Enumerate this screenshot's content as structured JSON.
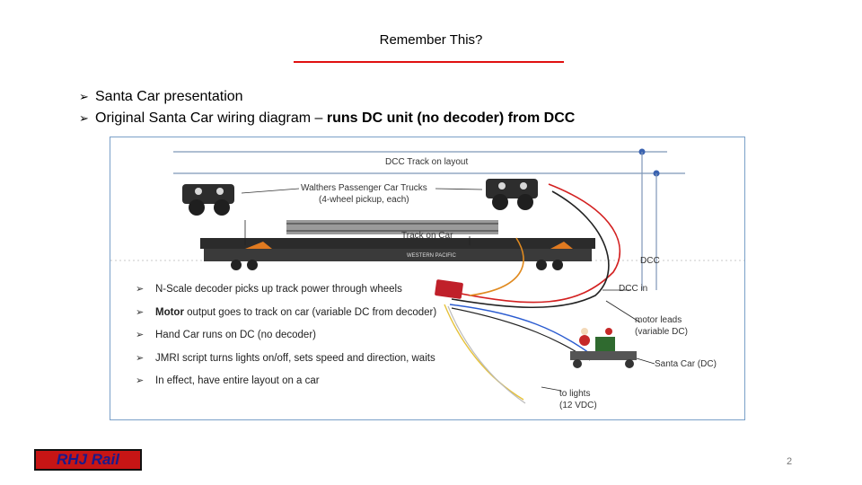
{
  "slide": {
    "title": "Remember This?",
    "bullets": [
      {
        "pre": "Santa Car presentation",
        "bold": "",
        "post": ""
      },
      {
        "pre": "Original Santa Car wiring diagram – ",
        "bold": "runs DC unit (no decoder) from DCC",
        "post": ""
      }
    ],
    "logo": "RHJ Rail",
    "page_number": "2"
  },
  "diagram": {
    "labels": {
      "dcc_track": "DCC Track on layout",
      "trucks_line1": "Walthers Passenger Car Trucks",
      "trucks_line2": "(4-wheel pickup, each)",
      "track_on_car": "Track on Car",
      "dcc": "DCC",
      "dcc_in": "DCC in",
      "motor_leads_line1": "motor leads",
      "motor_leads_line2": "(variable DC)",
      "santa_car": "Santa Car (DC)",
      "to_lights_line1": "to lights",
      "to_lights_line2": "(12 VDC)",
      "flatcar_text": "WESTERN     PACIFIC"
    },
    "list": [
      {
        "bold": "",
        "text": "N-Scale decoder picks up track power through wheels"
      },
      {
        "bold": "Motor",
        "text": " output goes to track on car (variable DC from decoder)"
      },
      {
        "bold": "",
        "text": "Hand Car runs on DC (no decoder)"
      },
      {
        "bold": "",
        "text": "JMRI script turns lights on/off, sets speed and direction, waits"
      },
      {
        "bold": "",
        "text": "In effect, have entire layout on a car"
      }
    ],
    "colors": {
      "wire_red": "#d32020",
      "wire_black": "#222222",
      "wire_orange": "#e08a20",
      "wire_blue": "#2a5bd0",
      "wire_yellow": "#e6c23a",
      "wire_white": "#bbbbbb",
      "dcc_line": "#7e96b8",
      "flatcar": "#2b2b2b",
      "decoder": "#c0202a"
    }
  }
}
